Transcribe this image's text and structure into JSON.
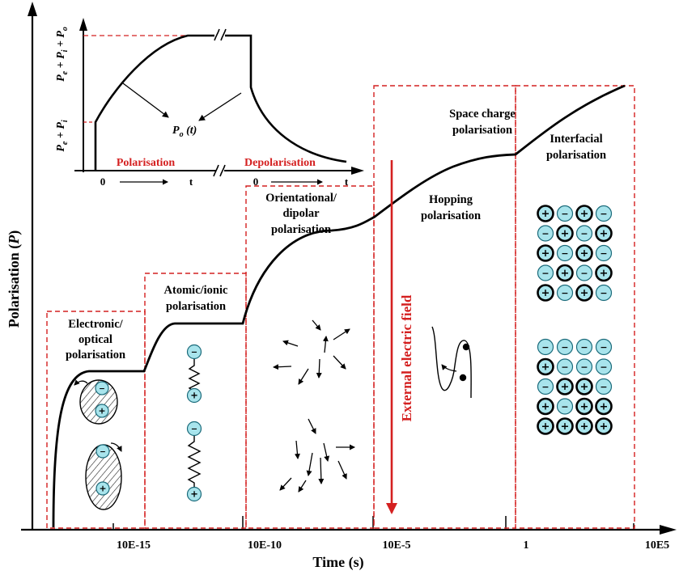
{
  "axes": {
    "y_label": "Polarisation (",
    "y_label_symbol": "P",
    "y_label_end": ")",
    "x_label": "Time (s)",
    "ticks": [
      "10E-15",
      "10E-10",
      "10E-5",
      "1",
      "10E5"
    ]
  },
  "regions": {
    "electronic": [
      "Electronic/",
      "optical",
      "polarisation"
    ],
    "atomic": [
      "Atomic/ionic",
      "polarisation"
    ],
    "orientational": [
      "Orientational/",
      "dipolar",
      "polarisation"
    ],
    "hopping": [
      "Hopping",
      "polarisation"
    ],
    "space_charge": [
      "Space charge",
      "polarisation"
    ],
    "interfacial": [
      "Interfacial",
      "polarisation"
    ]
  },
  "field_label": "External electric field",
  "inset": {
    "polarisation_label": "Polarisation",
    "depolarisation_label": "Depolarisation",
    "zero": "0",
    "t": "t",
    "po_label": "P",
    "po_sub": "o",
    "po_suffix": " (t)"
  },
  "charges": {
    "positive": "+",
    "negative": "−"
  },
  "colors": {
    "line": "#000000",
    "accent_red": "#d42020",
    "ion_fill": "#a8e4ec",
    "ion_stroke": "#1a6a7a"
  }
}
